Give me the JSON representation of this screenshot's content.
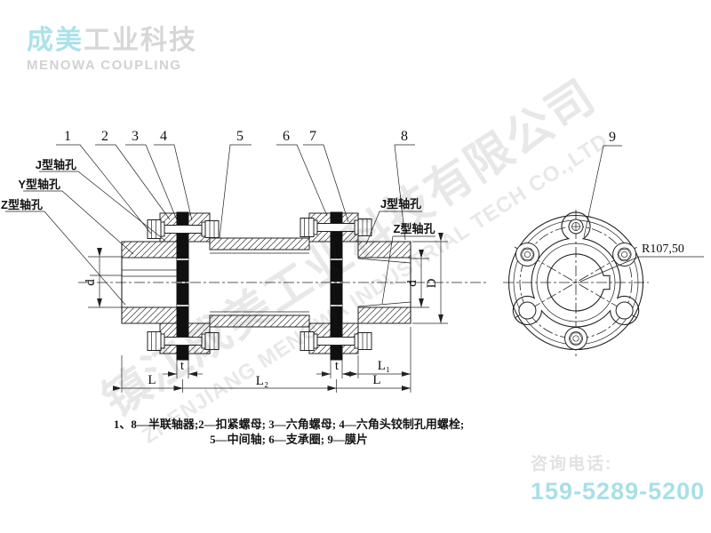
{
  "brand": {
    "name_highlight": "成美",
    "name_rest": "工业科技",
    "subtitle": "MENOWA COUPLING"
  },
  "watermark": {
    "cn": "镇江成美工业科技有限公司",
    "en": "ZHENJIANG MENOWA INDUSTRIAL TECH CO.,LTD"
  },
  "contact": {
    "label": "咨询电话:",
    "phone": "159-5289-5200"
  },
  "legend": {
    "line1": "1、8—半联轴器;2—扣紧螺母; 3—六角螺母; 4—六角头铰制孔用螺栓;",
    "line2": "5—中间轴; 6—支承圈; 9—膜片"
  },
  "callouts": {
    "c1": "1",
    "c2": "2",
    "c3": "3",
    "c4": "4",
    "c5": "5",
    "c6": "6",
    "c7": "7",
    "c8": "8",
    "c9": "9"
  },
  "bore_labels": {
    "left_j": "J型轴孔",
    "left_y": "Y型轴孔",
    "left_z": "Z型轴孔",
    "right_j": "J型轴孔",
    "right_z": "Z型轴孔"
  },
  "dimensions": {
    "d": "d",
    "D": "D",
    "t": "t",
    "L": "L",
    "L1": "L₁",
    "L2": "L₂",
    "radius": "R107,50"
  },
  "colors": {
    "accent_cyan": "#a8dfe8",
    "muted_gray": "#d7d7d7",
    "line_black": "#222222",
    "membrane_black": "#101010"
  }
}
